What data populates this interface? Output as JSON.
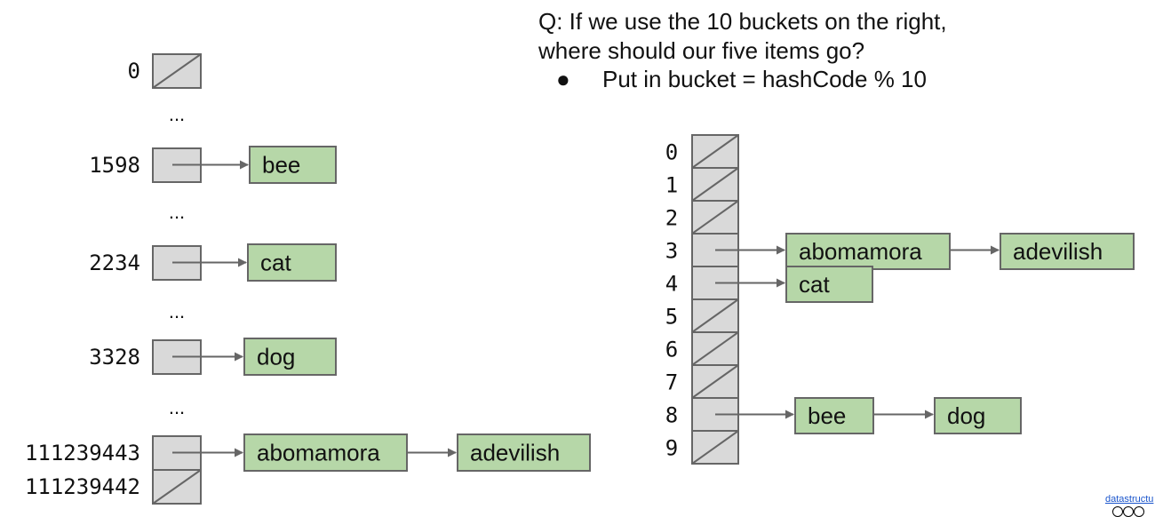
{
  "question": {
    "line1": "Q: If we use the 10 buckets on the right,",
    "line2": "where should our five items go?",
    "bullet_mark": "●",
    "bullet_text": "Put in bucket = hashCode % 10"
  },
  "left_table": {
    "ellipsis": "...",
    "rows": [
      {
        "index": "0",
        "items": []
      },
      {
        "index": "1598",
        "items": [
          "bee"
        ]
      },
      {
        "index": "2234",
        "items": [
          "cat"
        ]
      },
      {
        "index": "3328",
        "items": [
          "dog"
        ]
      },
      {
        "index": "111239443",
        "items": [
          "abomamora",
          "adevilish"
        ]
      },
      {
        "index": "111239442",
        "items": []
      }
    ]
  },
  "right_table": {
    "buckets": [
      {
        "index": "0",
        "items": []
      },
      {
        "index": "1",
        "items": []
      },
      {
        "index": "2",
        "items": []
      },
      {
        "index": "3",
        "items": [
          "abomamora",
          "adevilish"
        ]
      },
      {
        "index": "4",
        "items": [
          "cat"
        ]
      },
      {
        "index": "5",
        "items": []
      },
      {
        "index": "6",
        "items": []
      },
      {
        "index": "7",
        "items": []
      },
      {
        "index": "8",
        "items": [
          "bee",
          "dog"
        ]
      },
      {
        "index": "9",
        "items": []
      }
    ]
  },
  "footer": {
    "license_link": "datastructu"
  },
  "colors": {
    "slot_fill": "#d9d9d9",
    "item_fill": "#b6d7a8",
    "stroke": "#666666",
    "text": "#111111"
  }
}
